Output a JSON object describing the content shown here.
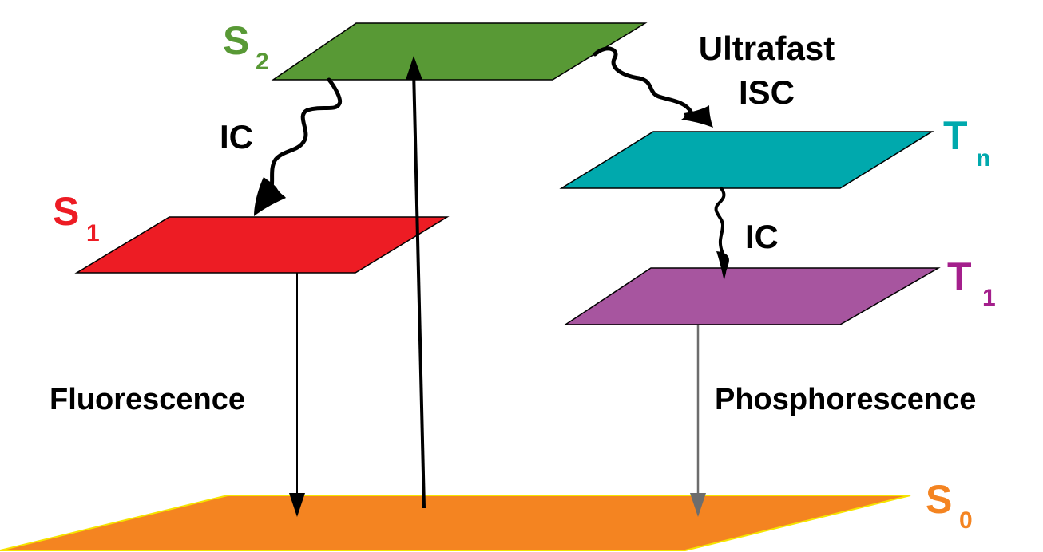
{
  "title": "Jablonski-style energy level diagram",
  "levels": {
    "S2": {
      "main": "S",
      "sub": "2",
      "color": "#589935"
    },
    "S1": {
      "main": "S",
      "sub": "1",
      "color": "#ed1c24"
    },
    "Tn": {
      "main": "T",
      "sub": "n",
      "color": "#00a9ad"
    },
    "T1": {
      "main": "T",
      "sub": "1",
      "color": "#a7559f"
    },
    "S0": {
      "main": "S",
      "sub": "0",
      "color": "#f48421"
    }
  },
  "label_colors": {
    "S2": "#589935",
    "S1": "#ed1c24",
    "Tn": "#00a9ad",
    "T1": "#a41f8c",
    "S0": "#f48421"
  },
  "processes": {
    "ic_left": "IC",
    "ic_right": "IC",
    "isc_line1": "Ultrafast",
    "isc_line2": "ISC",
    "fluorescence": "Fluorescence",
    "phosphorescence": "Phosphorescence"
  },
  "arrow_colors": {
    "fluorescence": "#000000",
    "absorption": "#000000",
    "phosphorescence": "#6d6d6d",
    "wavy": "#000000"
  }
}
